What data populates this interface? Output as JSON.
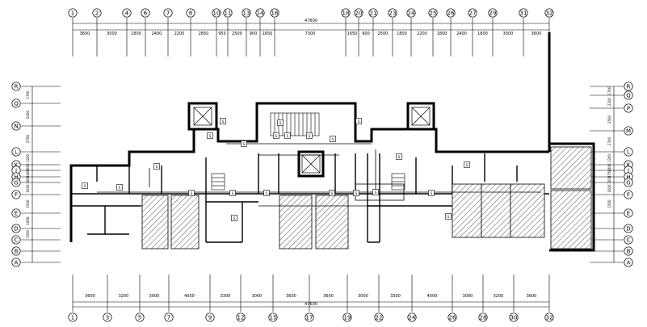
{
  "top_axes": [
    "1",
    "2",
    "4",
    "6",
    "7",
    "8",
    "10",
    "11",
    "13",
    "14",
    "16",
    "18",
    "20",
    "21",
    "23",
    "24",
    "25",
    "26",
    "27",
    "29",
    "31",
    "32"
  ],
  "top_dims": [
    "3600",
    "3000",
    "1800",
    "2400",
    "2200",
    "2850",
    "950",
    "2500",
    "900",
    "1650",
    "7300",
    "1650",
    "900",
    "2500",
    "1800",
    "2200",
    "1800",
    "2400",
    "1800",
    "3000",
    "3600"
  ],
  "top_total": "47600",
  "bottom_axes": [
    "1",
    "3",
    "5",
    "7",
    "9",
    "12",
    "15",
    "17",
    "19",
    "22",
    "24",
    "26",
    "28",
    "30",
    "32"
  ],
  "bottom_dims": [
    "3600",
    "3200",
    "3000",
    "4000",
    "3300",
    "3000",
    "3600",
    "3600",
    "3000",
    "3300",
    "4000",
    "3000",
    "3200",
    "3600"
  ],
  "bottom_total": "47600",
  "left_axes": [
    "R",
    "Q",
    "N",
    "L",
    "K",
    "J",
    "H",
    "G",
    "F",
    "E",
    "D",
    "C",
    "B",
    "A"
  ],
  "left_dims": [
    "1700",
    "2200",
    "2700",
    "1200",
    "1600",
    "1400",
    "1800",
    "1650",
    "1500",
    "1600",
    "1550"
  ],
  "right_axes": [
    "R",
    "Q",
    "P",
    "M",
    "L",
    "K",
    "J",
    "H",
    "G",
    "F",
    "E",
    "D",
    "C",
    "B",
    "A"
  ],
  "right_dims": [
    "1700",
    "2200",
    "2500",
    "2700",
    "1200",
    "1400",
    "1750",
    "1650",
    "1600",
    "1550"
  ],
  "room_tag": "S"
}
